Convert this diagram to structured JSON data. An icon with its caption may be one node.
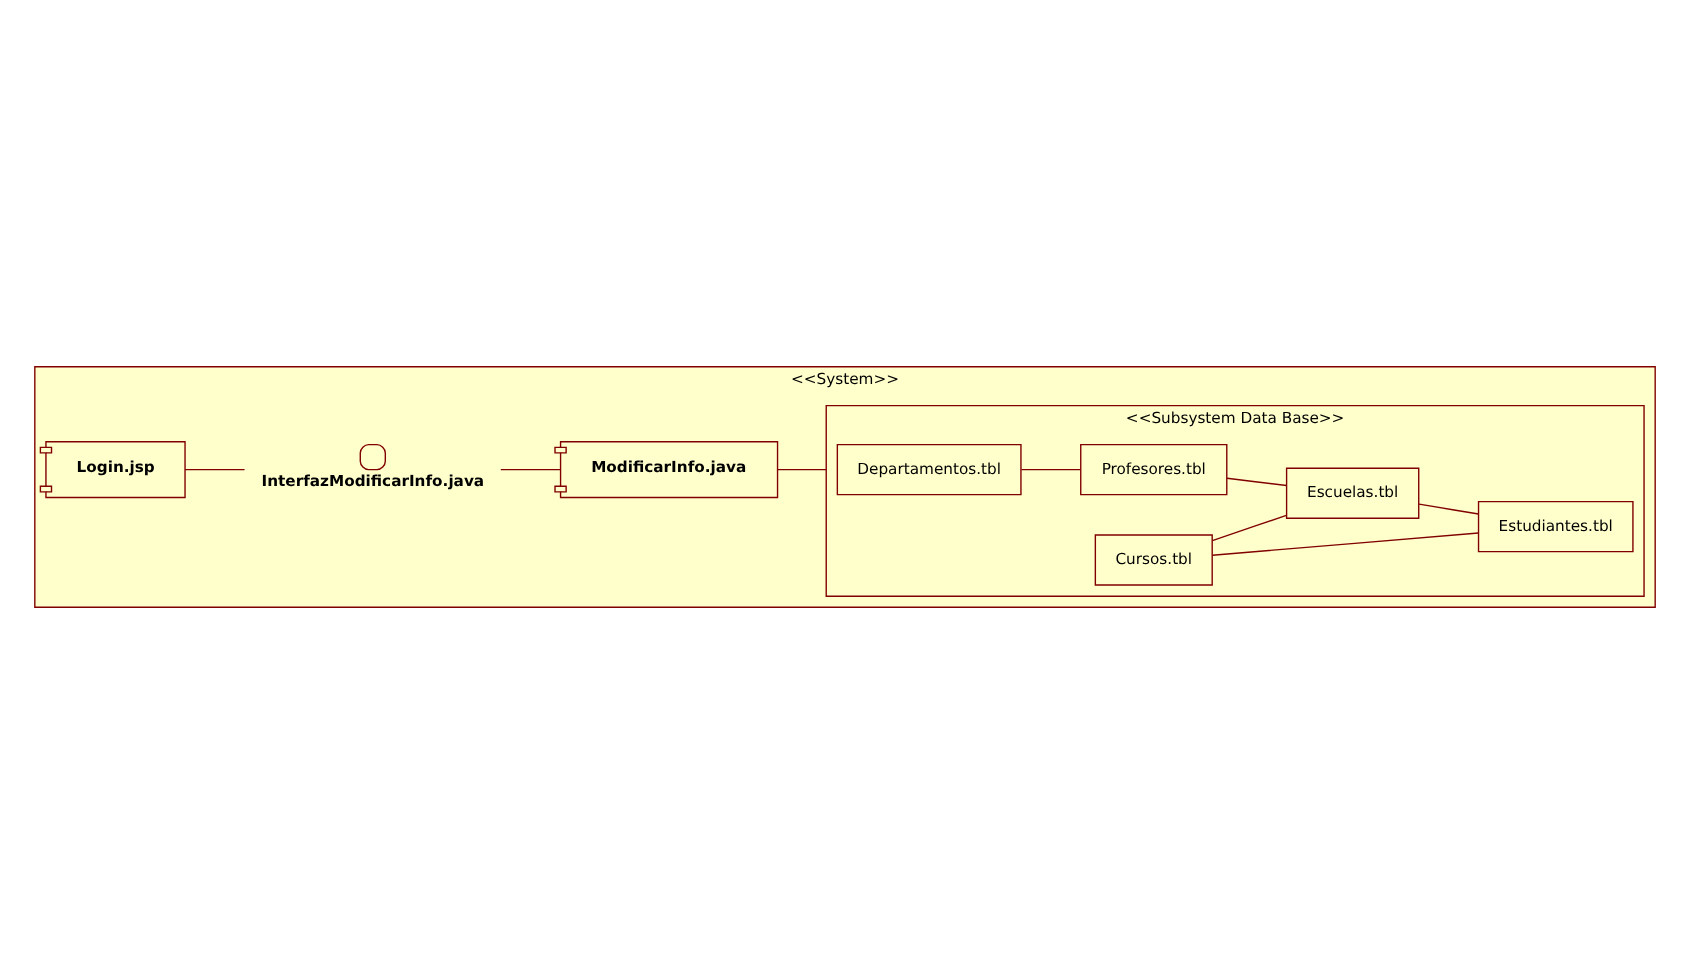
{
  "diagram": {
    "nodes": [
      {
        "text": [
          "<<System>>"
        ]
      },
      {
        "text": [
          "Login.jsp"
        ],
        "in": 0
      },
      {
        "text": [
          "InterfazModificarInfo.java"
        ],
        "in": 0
      },
      {
        "text": [
          "ModificarInfo.java"
        ],
        "in": 0
      },
      {
        "text": [
          "<<Subsystem Data Base>>"
        ],
        "in": 0
      },
      {
        "text": [
          "Departamentos.tbl"
        ],
        "in": 4
      },
      {
        "text": [
          "Cursos.tbl"
        ],
        "in": 4
      },
      {
        "text": [
          "Profesores.tbl"
        ],
        "in": 4
      },
      {
        "text": [
          "Escuelas.tbl"
        ],
        "in": 4
      },
      {
        "text": [
          "Estudiantes.tbl"
        ],
        "in": 4
      }
    ],
    "edges": [
      {
        "from": 1,
        "to": 2,
        "arrow": "none"
      },
      {
        "from": 2,
        "to": 3,
        "arrow": "none"
      },
      {
        "from": 3,
        "to": 4,
        "arrow": "none"
      },
      {
        "from": 5,
        "to": 7,
        "arrow": "none"
      },
      {
        "from": 6,
        "to": 8,
        "arrow": "none"
      },
      {
        "from": 6,
        "to": 9,
        "arrow": "none"
      },
      {
        "from": 7,
        "to": 8,
        "arrow": "none"
      },
      {
        "from": 8,
        "to": 9,
        "arrow": "none"
      }
    ]
  }
}
